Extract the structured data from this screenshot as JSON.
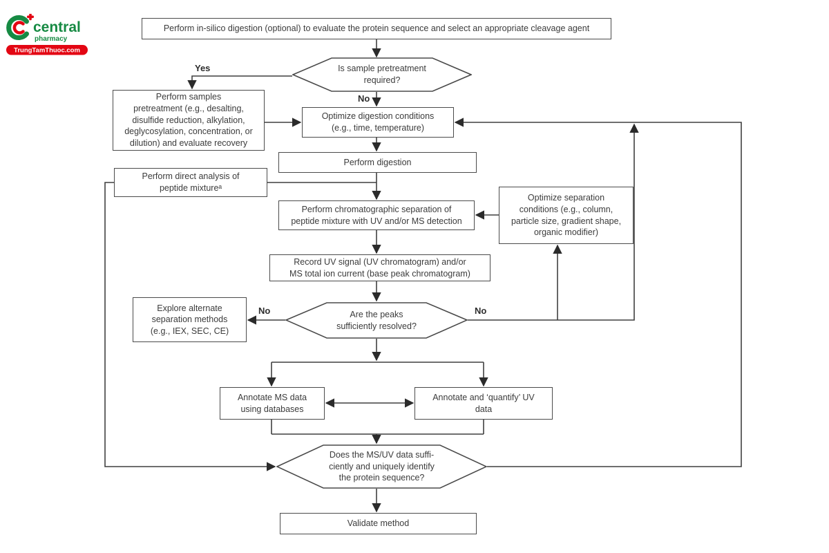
{
  "page": {
    "background": "#ffffff"
  },
  "logo": {
    "brand": "central",
    "tagline": "pharmacy",
    "banner": "TrungTamThuoc.com",
    "brand_color": "#168a43",
    "accent_color": "#e30613"
  },
  "flowchart": {
    "line_color": "#3f3f3f",
    "labels": {
      "yes": "Yes",
      "no_top": "No",
      "no_left": "No",
      "no_right": "No"
    },
    "nodes": {
      "insilico": "Perform in-silico digestion (optional) to evaluate the protein sequence and select an appropriate cleavage agent",
      "pretreat_decision": "Is sample pretreatment\nrequired?",
      "pretreatment": "Perform samples\npretreatment (e.g., desalting,\ndisulfide reduction, alkylation,\ndeglycosylation, concentration, or\ndilution) and evaluate recovery",
      "optimize_digestion": "Optimize digestion conditions\n(e.g., time, temperature)",
      "perform_digestion": "Perform digestion",
      "direct_analysis": "Perform direct analysis of\npeptide mixtureᵃ",
      "chromatographic": "Perform chromatographic separation of\npeptide mixture with UV and/or MS detection",
      "optimize_separation": "Optimize separation\nconditions (e.g., column,\nparticle size, gradient shape,\norganic modifier)",
      "record_signal": "Record UV signal (UV chromatogram) and/or\nMS total ion current (base peak chromatogram)",
      "peaks_decision": "Are the peaks\nsufficiently resolved?",
      "explore_alternate": "Explore alternate\nseparation methods\n(e.g., IEX, SEC, CE)",
      "annotate_ms": "Annotate MS data\nusing databases",
      "annotate_uv": "Annotate and ‘quantify’ UV\ndata",
      "identify_decision": "Does the MS/UV data suffi-\nciently and uniquely identify\nthe protein sequence?",
      "validate": "Validate method"
    }
  }
}
